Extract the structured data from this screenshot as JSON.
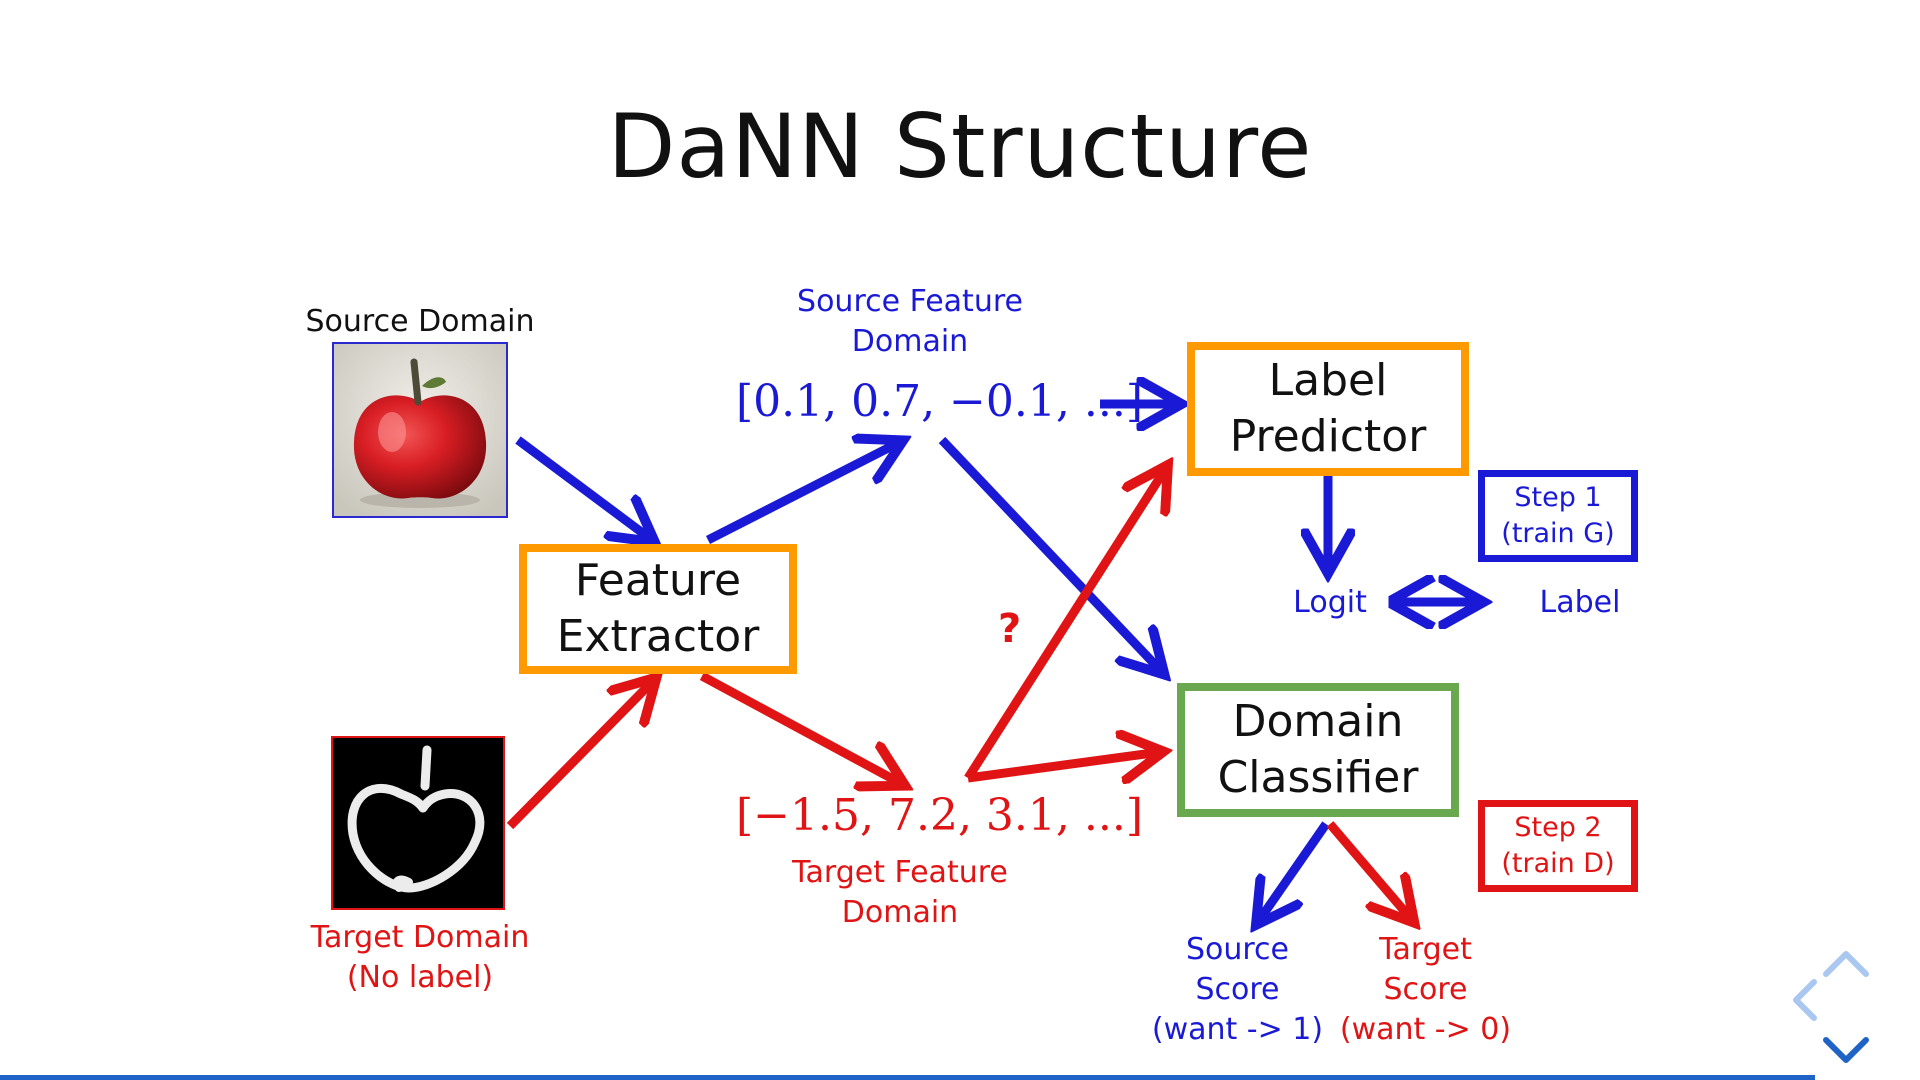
{
  "title": "DaNN Structure",
  "source_domain": {
    "label": "Source Domain"
  },
  "target_domain": {
    "label_line1": "Target Domain",
    "label_line2": "(No label)"
  },
  "source_feature": {
    "label_line1": "Source Feature",
    "label_line2": "Domain",
    "vector": "[0.1, 0.7, −0.1, ...]"
  },
  "target_feature": {
    "label_line1": "Target Feature",
    "label_line2": "Domain",
    "vector": "[−1.5, 7.2, 3.1, ...]"
  },
  "feature_extractor": {
    "line1": "Feature",
    "line2": "Extractor"
  },
  "label_predictor": {
    "line1": "Label",
    "line2": "Predictor"
  },
  "domain_classifier": {
    "line1": "Domain",
    "line2": "Classifier"
  },
  "logit": "Logit",
  "label": "Label",
  "question_mark": "?",
  "step1": {
    "line1": "Step 1",
    "line2": "(train G)"
  },
  "step2": {
    "line1": "Step 2",
    "line2": "(train D)"
  },
  "source_score": {
    "line1": "Source",
    "line2": "Score",
    "line3": "(want -> 1)"
  },
  "target_score": {
    "line1": "Target",
    "line2": "Score",
    "line3": "(want -> 0)"
  },
  "colors": {
    "source": "#1a1ad6",
    "target": "#e01414",
    "feature_extractor_border": "#ff9900",
    "label_predictor_border": "#ff9900",
    "domain_classifier_border": "#6aa84f",
    "progress_bar": "#1f63c6"
  },
  "nav_icons": [
    "chevron-up-icon",
    "chevron-left-icon",
    "chevron-down-icon"
  ]
}
